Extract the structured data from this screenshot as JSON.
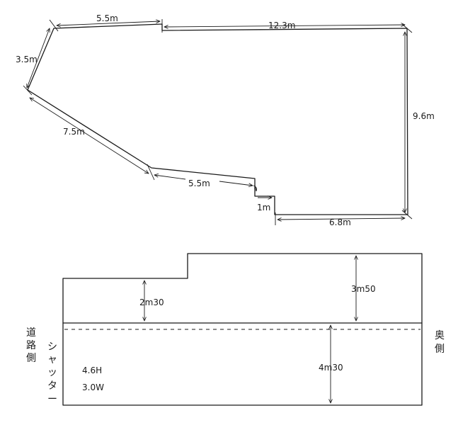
{
  "plan": {
    "dims": {
      "top_left": "5.5m",
      "top_right": "12.3m",
      "left_upper": "3.5m",
      "left_diagonal": "7.5m",
      "bottom_middle": "5.5m",
      "step": "1m",
      "bottom_right": "6.8m",
      "right": "9.6m"
    }
  },
  "section": {
    "upper_left_height": "2m30",
    "upper_right_height": "3m50",
    "lower_height": "4m30",
    "shutter_h": "4.6H",
    "shutter_w": "3.0W",
    "road_side": [
      "道",
      "路",
      "側"
    ],
    "shutter": [
      "シ",
      "ャ",
      "ッ",
      "タ",
      "ー"
    ],
    "back_side": [
      "奥",
      "側"
    ]
  }
}
